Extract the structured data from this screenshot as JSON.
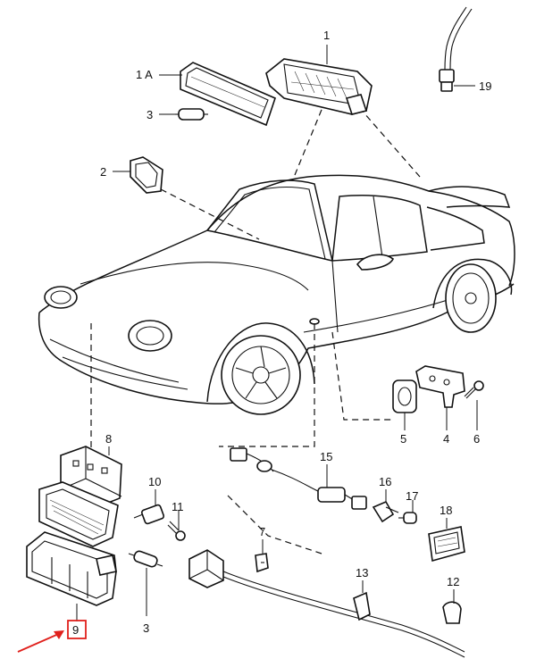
{
  "callouts": {
    "p1": "1",
    "p1a": "1 A",
    "p2": "2",
    "p3_top": "3",
    "p3_bottom": "3",
    "p4": "4",
    "p5": "5",
    "p6": "6",
    "p7": "7",
    "p8": "8",
    "p9": "9",
    "p10": "10",
    "p11": "11",
    "p12": "12",
    "p13": "13",
    "p15": "15",
    "p16": "16",
    "p17": "17",
    "p18": "18",
    "p19": "19"
  },
  "highlight": {
    "target": "9",
    "color": "#e0201c"
  }
}
